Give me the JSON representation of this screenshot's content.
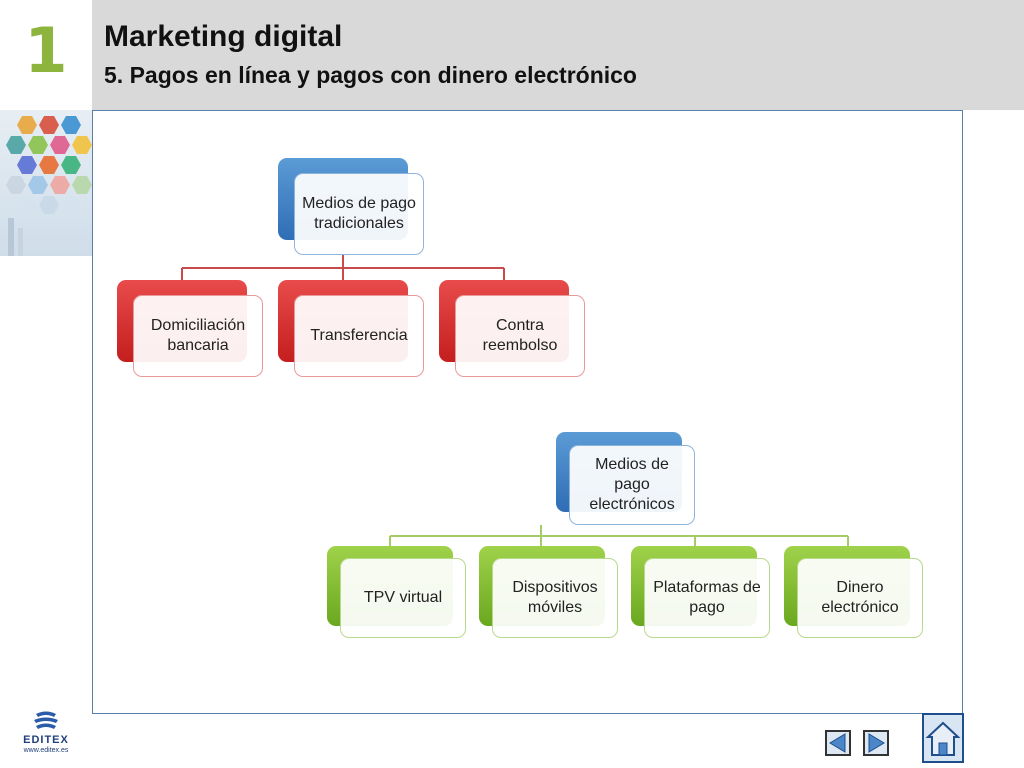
{
  "header": {
    "chapter_number": "1",
    "title": "Marketing digital",
    "subtitle": "5. Pagos en línea y pagos con dinero electrónico"
  },
  "chart_traditional": {
    "root": "Medios de pago tradicionales",
    "children": [
      "Domiciliación bancaria",
      "Transferencia",
      "Contra reembolso"
    ]
  },
  "chart_electronic": {
    "root": "Medios de pago electrónicos",
    "children": [
      "TPV virtual",
      "Dispositivos móviles",
      "Plataformas de pago",
      "Dinero electrónico"
    ]
  },
  "footer": {
    "logo_text": "EDITEX",
    "logo_url": "www.editex.es"
  },
  "colors": {
    "chapter_number": "#8db43c",
    "blue": "#2f6db5",
    "red": "#c41e1e",
    "green": "#6aa81f"
  }
}
